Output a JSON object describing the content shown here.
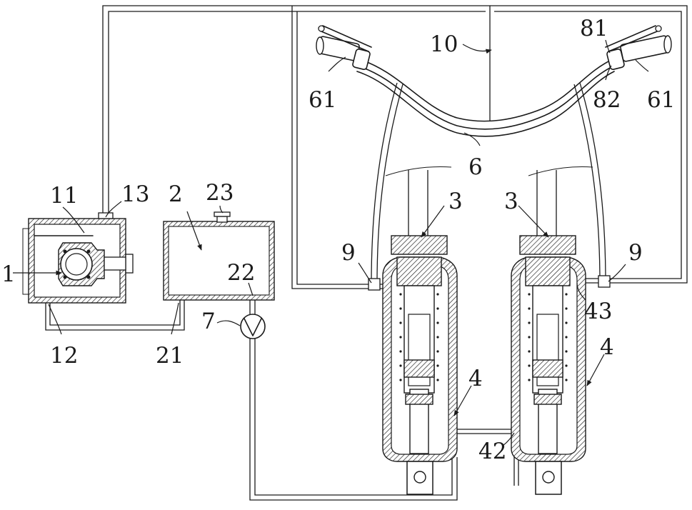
{
  "labels": {
    "l1": "1",
    "l11": "11",
    "l13": "13",
    "l12": "12",
    "l2": "2",
    "l23": "23",
    "l22": "22",
    "l21": "21",
    "l7": "7",
    "l10": "10",
    "l61a": "61",
    "l81": "81",
    "l82": "82",
    "l61b": "61",
    "l6": "6",
    "l3a": "3",
    "l3b": "3",
    "l9a": "9",
    "l9b": "9",
    "l43": "43",
    "l4a": "4",
    "l4b": "4",
    "l42": "42"
  }
}
